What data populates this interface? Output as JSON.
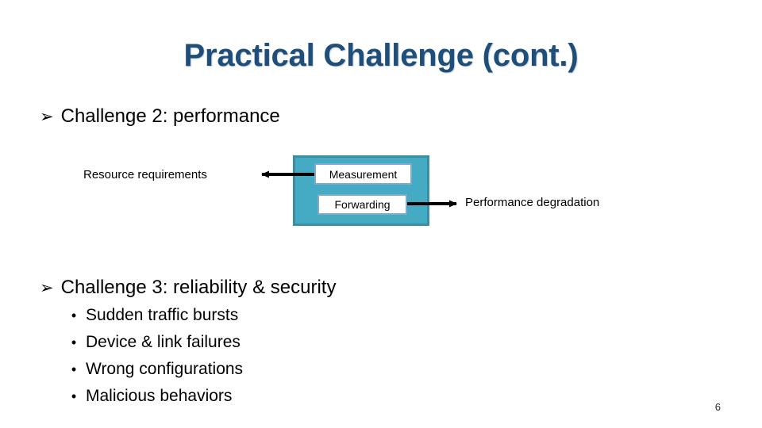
{
  "slide": {
    "title": "Practical Challenge (cont.)",
    "page_number": "6",
    "title_color": "#1F4E79"
  },
  "bullets": {
    "marker_glyph": "➢",
    "challenge2": "Challenge 2: performance",
    "challenge3": "Challenge 3: reliability & security"
  },
  "sub_bullets": {
    "marker_glyph": "•",
    "items": [
      {
        "label": "Sudden traffic bursts"
      },
      {
        "label": "Device & link failures"
      },
      {
        "label": "Wrong configurations"
      },
      {
        "label": "Malicious behaviors"
      }
    ]
  },
  "diagram": {
    "container_fill": "#45AAC4",
    "container_border": "#3A8FA5",
    "inner_border": "#7FA9D0",
    "boxes": [
      {
        "label": "Measurement"
      },
      {
        "label": "Forwarding"
      }
    ],
    "labels": {
      "left": "Resource requirements",
      "right": "Performance degradation"
    }
  }
}
